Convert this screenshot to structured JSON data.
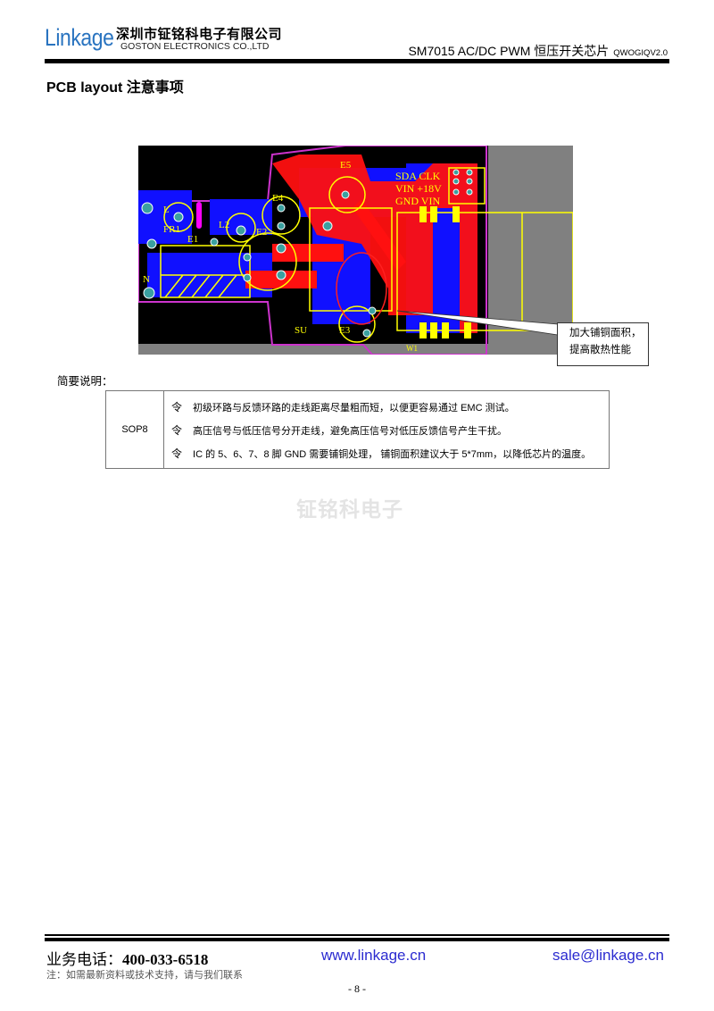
{
  "header": {
    "logo_text": "Linkage",
    "company_cn": "深圳市钲铭科电子有限公司",
    "company_en": "GOSTON ELECTRONICS CO.,LTD",
    "doc_title": "SM7015 AC/DC PWM 恒压开关芯片",
    "version": "QWOGIQV2.0"
  },
  "section_title": "PCB layout 注意事项",
  "pcb_figure": {
    "labels": [
      "L",
      "FR1",
      "E1",
      "N",
      "L2",
      "E2",
      "E4",
      "E5",
      "SDA  CLK",
      "VIN  +18V",
      "GND  VIN",
      "SU",
      "E3",
      "W1"
    ],
    "colors": {
      "board": "#000000",
      "top_copper": "#ff0000",
      "bottom_copper": "#1010ff",
      "silkscreen": "#ffff00",
      "outline": "#cc33cc",
      "background": "#808080",
      "pad": "#3aa0a0"
    },
    "callout": {
      "line1": "加大铺铜面积，",
      "line2": "提高散热性能"
    }
  },
  "summary_label": "简要说明：",
  "notes_table": {
    "package": "SOP8",
    "bullet": "令",
    "items": [
      "初级环路与反馈环路的走线距离尽量粗而短，以便更容易通过 EMC 测试。",
      "高压信号与低压信号分开走线，避免高压信号对低压反馈信号产生干扰。",
      "IC 的 5、6、7、8 脚 GND 需要铺铜处理， 铺铜面积建议大于 5*7mm，以降低芯片的温度。"
    ]
  },
  "watermark": "钲铭科电子",
  "footer": {
    "phone_label": "业务电话：",
    "phone": "400-033-6518",
    "note": "注：如需最新资料或技术支持，请与我们联系",
    "website": "www.linkage.cn",
    "email": "sale@linkage.cn",
    "page_number": "- 8 -"
  }
}
